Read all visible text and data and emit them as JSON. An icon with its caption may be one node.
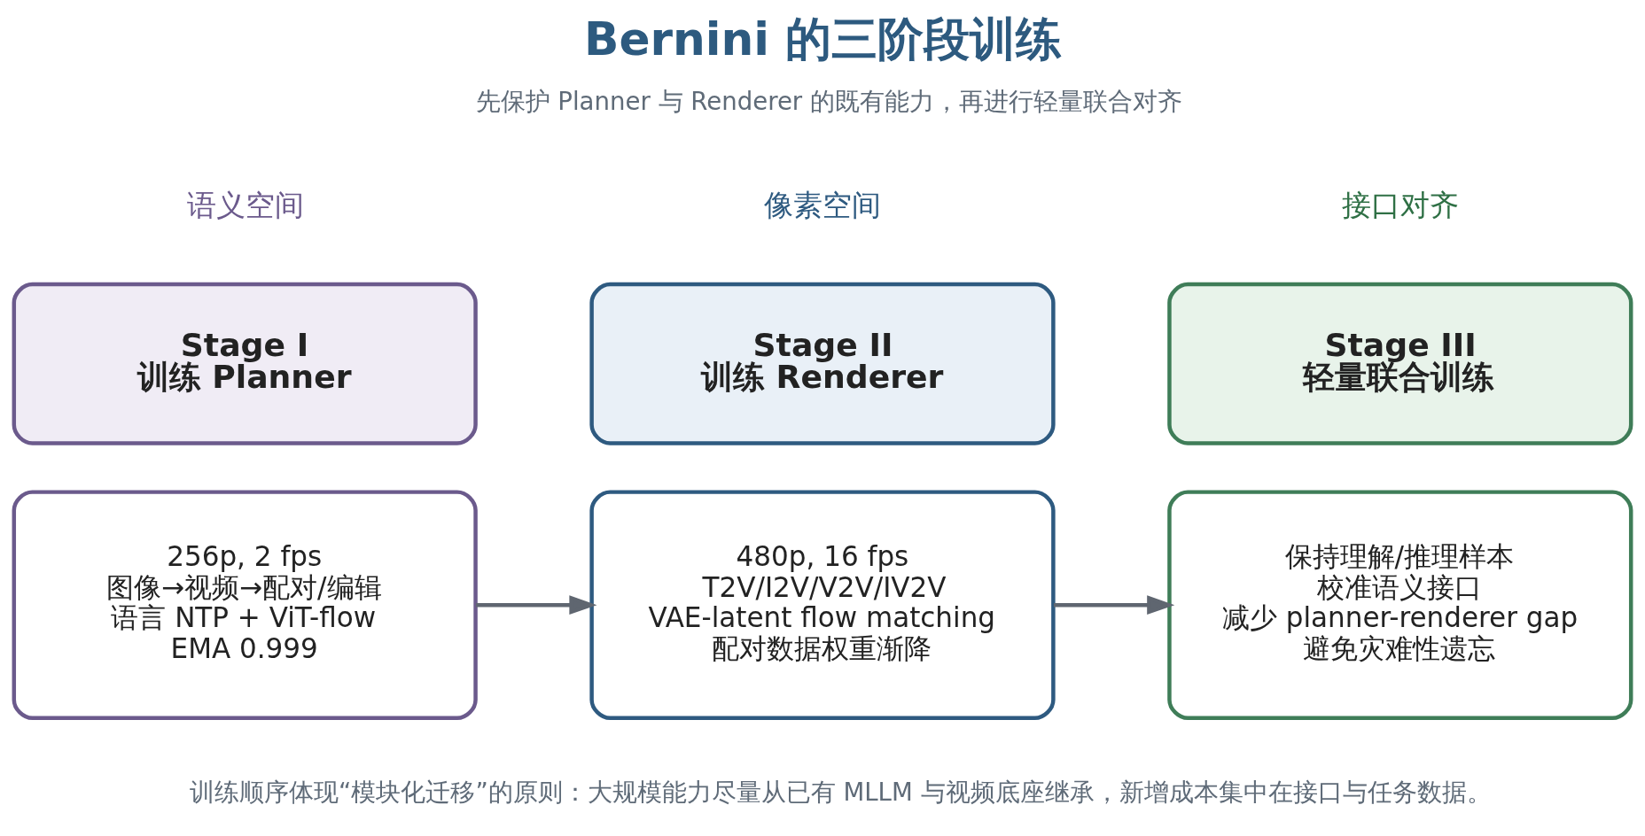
{
  "diagram": {
    "title": "Bernini 的三阶段训练",
    "caption": "训练顺序体现“模块化迁移”的原则：大规模能力尽量从已有 MLLM 与视频底座继承，新增成本集中在接口与任务数据。",
    "nodes": [
      {
        "text": [
          "Stage I",
          "训练 Planner"
        ]
      },
      {
        "text": [
          "Stage II",
          "训练 Renderer"
        ]
      },
      {
        "text": [
          "Stage III",
          "轻量联合训练"
        ]
      },
      {
        "text": [
          "256p, 2 fps",
          "图像→视频→配对/编辑",
          "语言 NTP + ViT-flow",
          "EMA 0.999"
        ]
      },
      {
        "text": [
          "480p, 16 fps",
          "T2V/I2V/V2V/IV2V",
          "VAE-latent flow matching",
          "配对数据权重渐降"
        ]
      },
      {
        "text": [
          "保持理解/推理样本",
          "校准语义接口",
          "减少 planner-renderer gap",
          "避免灾难性遗忘"
        ]
      }
    ],
    "edges": [
      {
        "from": 3,
        "to": 4,
        "arrow": "to"
      },
      {
        "from": 4,
        "to": 5,
        "arrow": "to"
      }
    ],
    "labels": [
      "先保护 Planner 与 Renderer 的既有能力，再进行轻量联合对齐",
      "语义空间",
      "像素空间",
      "接口对齐"
    ]
  }
}
